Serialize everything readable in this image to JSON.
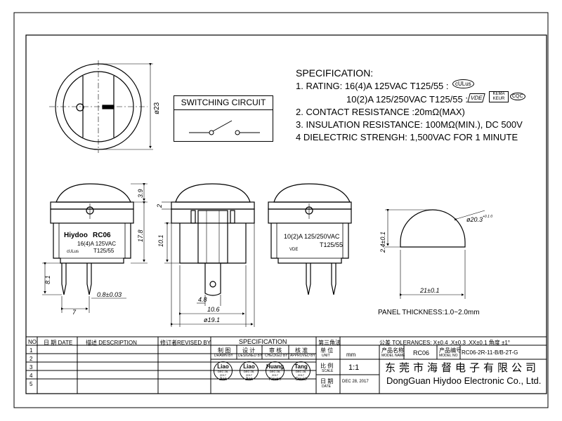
{
  "specification": {
    "heading": "SPECIFICATION:",
    "rating_line1": "1. RATING: 16(4)A 125VAC T125/55 :",
    "rating_line2": "10(2)A 125/250VAC T125/55 :",
    "contact_resistance": "2. CONTACT RESISTANCE :20mΩ(MAX)",
    "insulation_resistance": "3. INSULATION RESISTANCE: 100MΩ(MIN.), DC 500V",
    "dielectric_strength": "4 DIELECTRIC STRENGH: 1,500VAC FOR 1 MINUTE"
  },
  "cert_marks": {
    "ul": "cULus",
    "vde": "VDE",
    "kema": "KEMA KEUR",
    "cqc": "CQC"
  },
  "switching_circuit": {
    "title": "SWITCHING CIRCUIT"
  },
  "panel_thickness": "PANEL THICKNESS:1.0~2.0mm",
  "front_label": {
    "brand": "Hiydoo",
    "model": "RC06",
    "rating": "16(4)A 125VAC",
    "temp": "T125/55"
  },
  "rear_label": {
    "rating": "10(2)A 125/250VAC",
    "temp": "T125/55"
  },
  "dimensions": {
    "top_diameter": "ø23",
    "cap_height": "3.9",
    "body_height": "17.8",
    "terminal_length": "8.1",
    "terminal_thickness": "0.8±0.03",
    "terminal_offset": "7",
    "flange": "2",
    "body_depth": "10.1",
    "terminal_width": "4.8",
    "body_width": "10.6",
    "overall_diameter": "ø19.1",
    "panel_hole_diameter": "ø20.3",
    "panel_hole_diameter_tol": "+0.1 0",
    "panel_flat": "2.4±0.1",
    "panel_width": "21±0.1"
  },
  "revision_table": {
    "headers": {
      "no": "NO.",
      "date": "日 期 DATE",
      "description": "描述 DESCRIPTION",
      "revised_by": "修订者REVISED BY"
    },
    "rows": [
      "1",
      "2",
      "3",
      "4",
      "5"
    ]
  },
  "title_block": {
    "spec_label": "SPECIFICATION",
    "projection": "第三角法",
    "tolerances": "公差 TOLERANCES: X±0.4  .X±0.3  .XX±0.1  角度 ±1°",
    "drawn_by_cn": "制 图",
    "drawn_by_en": "DRAWN BY",
    "designed_by_cn": "设 计",
    "designed_by_en": "DESIGNED BY",
    "checked_by_cn": "审 核",
    "checked_by_en": "CHECKED BY",
    "approved_by_cn": "核 准",
    "approved_by_en": "APPROVED BY",
    "unit_cn": "单 位",
    "unit_en": "UNIT",
    "unit_value": "mm",
    "scale_cn": "比 例",
    "scale_en": "SCALE",
    "scale_value": "1:1",
    "date_cn": "日 期",
    "date_en": "DATE",
    "date_value": "DEC 28, 2017",
    "model_name_cn": "产品名称",
    "model_name_en": "MODEL NAME",
    "model_name_value": "RC06",
    "model_no_cn": "产品编号",
    "model_no_en": "MODEL NO",
    "model_no_value": "RC06-2R-11-B/B-2T-G",
    "stamps": [
      {
        "name": "Liao",
        "date": "DEC 28, 2017",
        "person": "Jian"
      },
      {
        "name": "Liao",
        "date": "DEC 28, 2017",
        "person": "Jian"
      },
      {
        "name": "Huang",
        "date": "DEC 28, 2017",
        "person": "Keven"
      },
      {
        "name": "Tang",
        "date": "DEC 28, 2017",
        "person": "David"
      }
    ],
    "company_cn": "东莞市海督电子有限公司",
    "company_en": "DongGuan Hiydoo Electronic  Co., Ltd."
  }
}
